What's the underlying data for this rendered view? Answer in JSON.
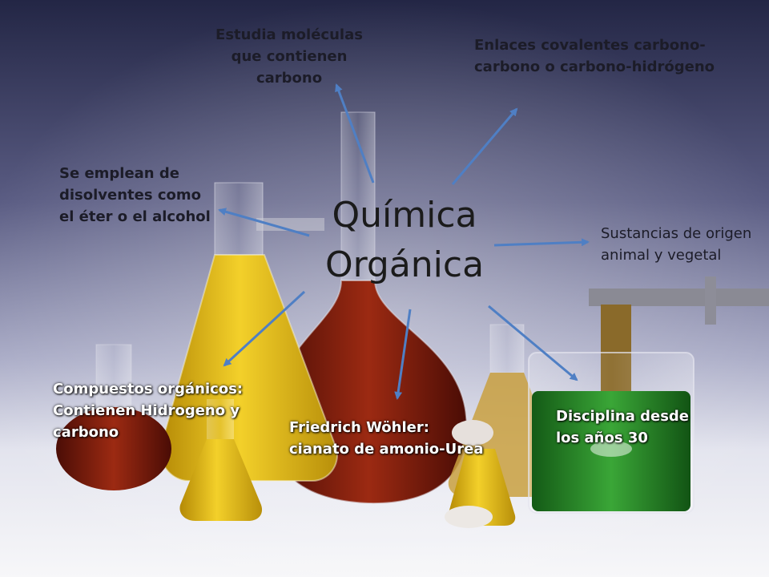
{
  "title": "Química\nOrgánica",
  "notes": {
    "estudia": "Estudia moléculas\nque contienen\ncarbono",
    "enlaces": "Enlaces covalentes carbono-\ncarbono o carbono-hidrógeno",
    "disolventes": "Se emplean de\ndisolventes como\nel éter o el alcohol",
    "sustancias": "Sustancias de origen\nanimal y vegetal",
    "compuestos": "Compuestos orgánicos:\nContienen Hidrogeno y\ncarbono",
    "wohler": "Friedrich Wöhler:\ncianato de amonio-Urea",
    "disciplina": "Disciplina desde\nlos años 30"
  },
  "colors": {
    "arrow": "#4f7fc4",
    "background_top": "#272a4a",
    "background_bottom": "#f2f2f4",
    "flask_yellow": "#e4bb12",
    "flask_red": "#7a1a0c",
    "beaker_green": "#2c8a28"
  }
}
